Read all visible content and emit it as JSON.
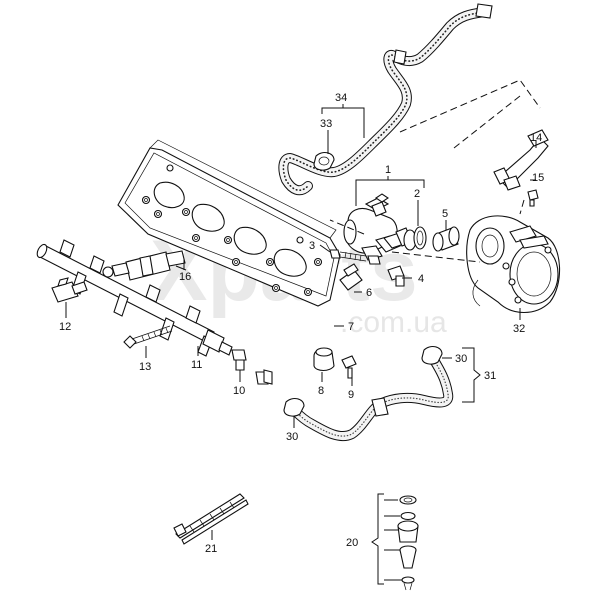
{
  "diagram": {
    "background": "#ffffff",
    "line_color": "#111111",
    "watermark": {
      "main": "Xparts",
      "sub": ".com.ua"
    },
    "callouts": [
      {
        "id": "c34",
        "label": "34"
      },
      {
        "id": "c33",
        "label": "33"
      },
      {
        "id": "c1",
        "label": "1"
      },
      {
        "id": "c2",
        "label": "2"
      },
      {
        "id": "c3",
        "label": "3"
      },
      {
        "id": "c4",
        "label": "4"
      },
      {
        "id": "c5",
        "label": "5"
      },
      {
        "id": "c6",
        "label": "6"
      },
      {
        "id": "c7",
        "label": "7"
      },
      {
        "id": "c8",
        "label": "8"
      },
      {
        "id": "c9",
        "label": "9"
      },
      {
        "id": "c10",
        "label": "10"
      },
      {
        "id": "c11",
        "label": "11"
      },
      {
        "id": "c12",
        "label": "12"
      },
      {
        "id": "c13",
        "label": "13"
      },
      {
        "id": "c14",
        "label": "14"
      },
      {
        "id": "c15",
        "label": "15"
      },
      {
        "id": "c16",
        "label": "16"
      },
      {
        "id": "c20",
        "label": "20"
      },
      {
        "id": "c21",
        "label": "21"
      },
      {
        "id": "c30a",
        "label": "30"
      },
      {
        "id": "c30b",
        "label": "30"
      },
      {
        "id": "c31",
        "label": "31"
      },
      {
        "id": "c32",
        "label": "32"
      }
    ]
  }
}
